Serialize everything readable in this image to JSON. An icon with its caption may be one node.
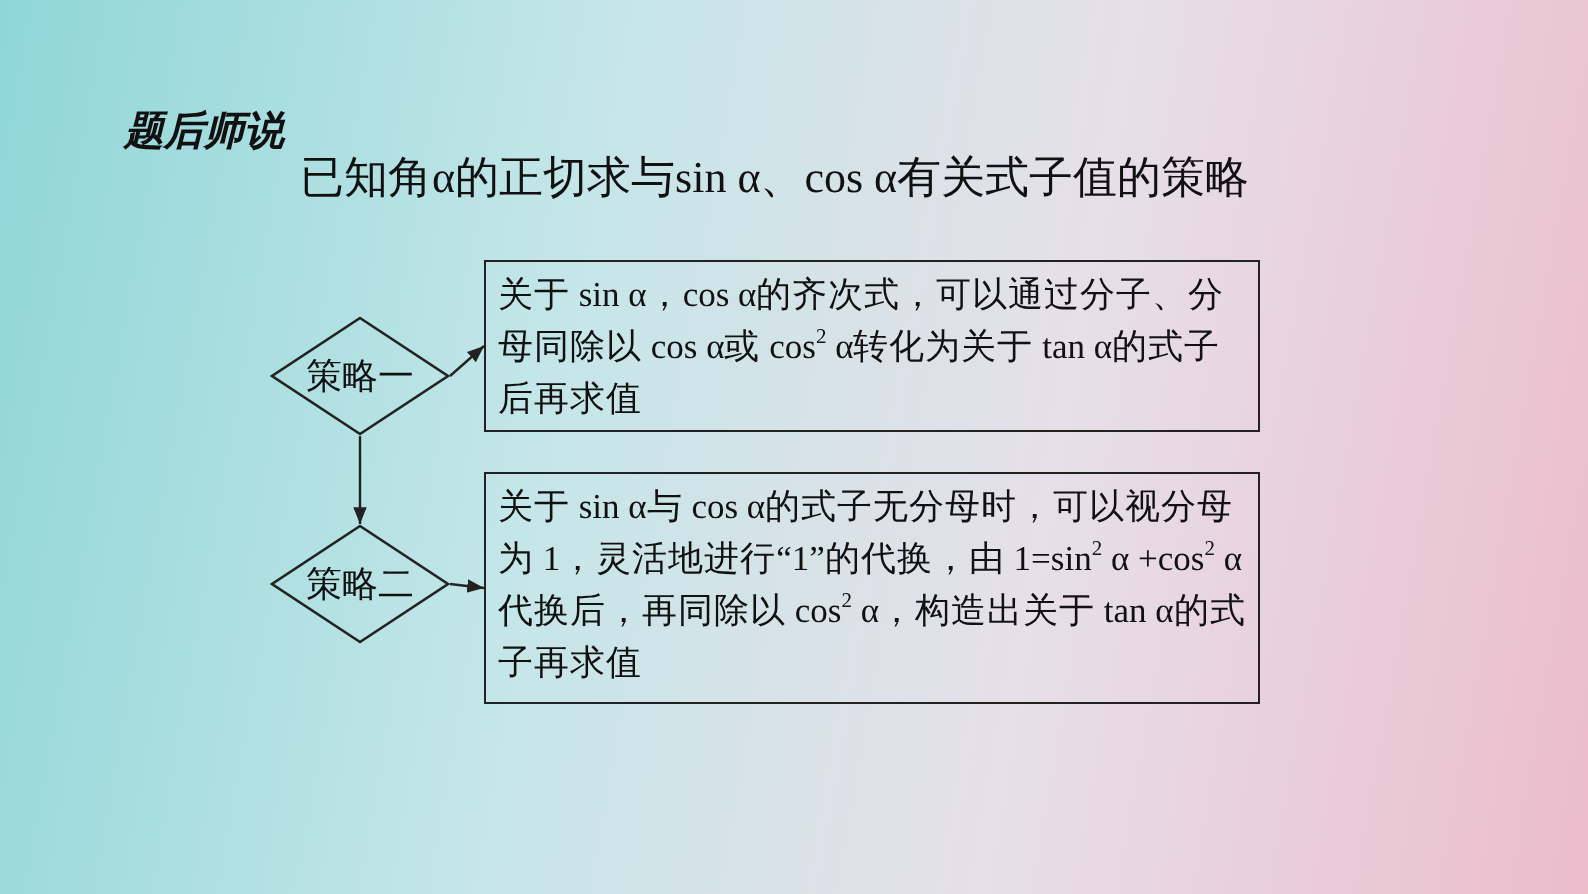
{
  "diagram": {
    "title": "已知角α的正切求与sin α、cos α有关式子值的策略",
    "nodes": [
      {
        "text": [
          "策略一"
        ]
      },
      {
        "text": [
          "关于 sin α，cos α的齐次式，可以通过分子、分母同除以 cos α或 cos$^{2}$ α转化为关于 tan α的式子后再求值"
        ]
      },
      {
        "text": [
          "策略二"
        ]
      },
      {
        "text": [
          "关于 sin α与 cos α的式子无分母时，可以视分母为 1，灵活地进行“1”的代换，由 1=sin$^{2}$ α +cos$^{2}$ α代换后，再同除以 cos$^{2}$ α，构造出关于 tan α的式子再求值"
        ]
      }
    ],
    "edges": [
      {
        "from": 0,
        "to": 1,
        "arrow": "to"
      },
      {
        "from": 0,
        "to": 2,
        "arrow": "to"
      },
      {
        "from": 2,
        "to": 3,
        "arrow": "to"
      }
    ],
    "labels": [
      "题后师说"
    ]
  }
}
